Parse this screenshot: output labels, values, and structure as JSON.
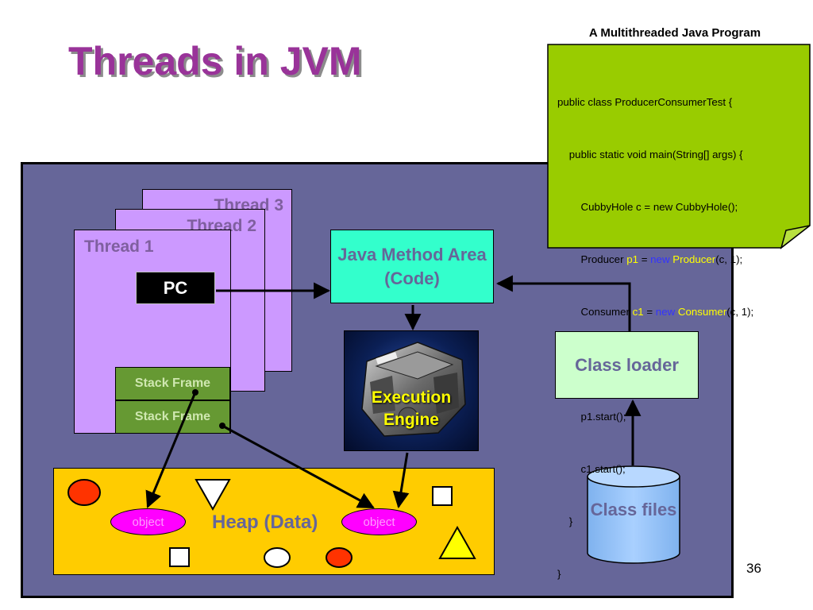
{
  "slide": {
    "title": "Threads in JVM",
    "page_number": "36"
  },
  "threads": {
    "thread1_label": "Thread 1",
    "thread2_label": "Thread 2",
    "thread3_label": "Thread 3",
    "pc_label": "PC",
    "stack_frames": [
      "Stack Frame",
      "Stack Frame"
    ]
  },
  "components": {
    "method_area": "Java Method Area (Code)",
    "execution_engine": "Execution Engine",
    "class_loader": "Class loader",
    "class_files": "Class files",
    "heap": "Heap (Data)",
    "object_label": "object"
  },
  "program": {
    "caption": "A Multithreaded Java Program",
    "lines": [
      "public class ProducerConsumerTest {",
      "    public static void main(String[] args) {",
      "        CubbyHole c = new CubbyHole();",
      "        Producer p1 = new Producer(c, 1);",
      "        Consumer c1 = new Consumer(c, 1);",
      "",
      "        p1.start();",
      "        c1.start();",
      "    }",
      "}"
    ]
  },
  "colors": {
    "title": "#993399",
    "jvm_background": "#666699",
    "thread": "#cc99ff",
    "stack_frame": "#669933",
    "method_area": "#33ffcc",
    "class_loader": "#ccffcc",
    "heap": "#ffcc00",
    "object": "#ff00ff",
    "code_note": "#99cc00",
    "class_files": "#99ccff"
  }
}
